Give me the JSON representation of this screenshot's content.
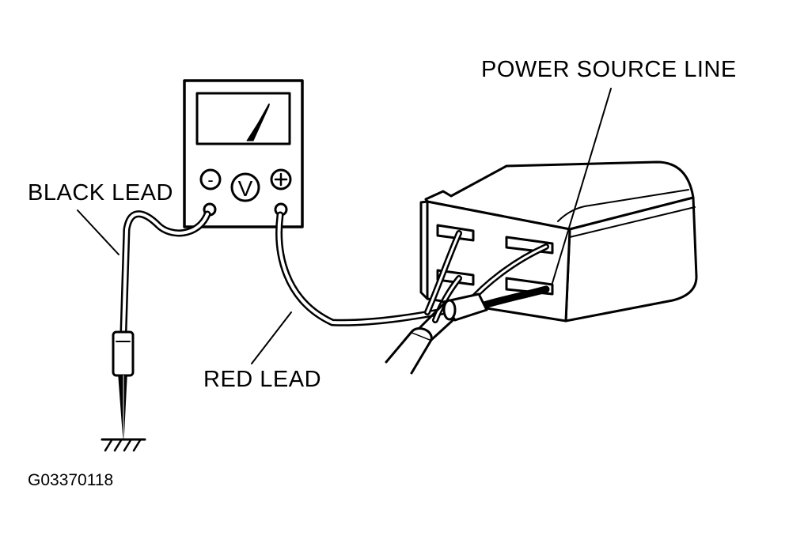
{
  "labels": {
    "power_source_line": "POWER SOURCE LINE",
    "black_lead": "BLACK LEAD",
    "red_lead": "RED LEAD",
    "figure_code": "G03370118"
  },
  "meter": {
    "minus_symbol": "-",
    "plus_symbol": "+",
    "mode_symbol": "V"
  },
  "colors": {
    "line": "#000000",
    "background": "#ffffff"
  },
  "icons": [
    "ground-symbol-icon",
    "voltmeter-icon",
    "probe-tip-icon"
  ]
}
